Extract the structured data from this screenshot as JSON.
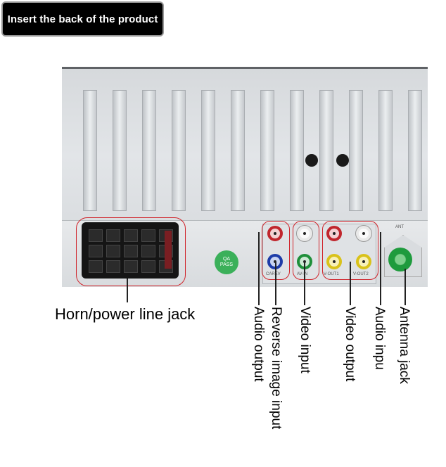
{
  "header": {
    "title": "Insert the back of the product"
  },
  "sticker": {
    "line1": "QA",
    "line2": "PASS"
  },
  "jacks": {
    "camera": "CAREV",
    "av_in": "AV-IN",
    "v_out1": "V-OUT1",
    "v_out2": "V-OUT2",
    "ant": "ANT"
  },
  "labels": {
    "horn_power": "Horn/power line jack",
    "audio_output": "Audio output",
    "reverse_image_input": "Reverse image input",
    "video_input": "Video input",
    "video_output": "Video output",
    "audio_input": "Audio inpu",
    "antenna_jack": "Antenna jack"
  },
  "colors": {
    "highlight": "#d0242b",
    "badge_bg": "#000000"
  }
}
